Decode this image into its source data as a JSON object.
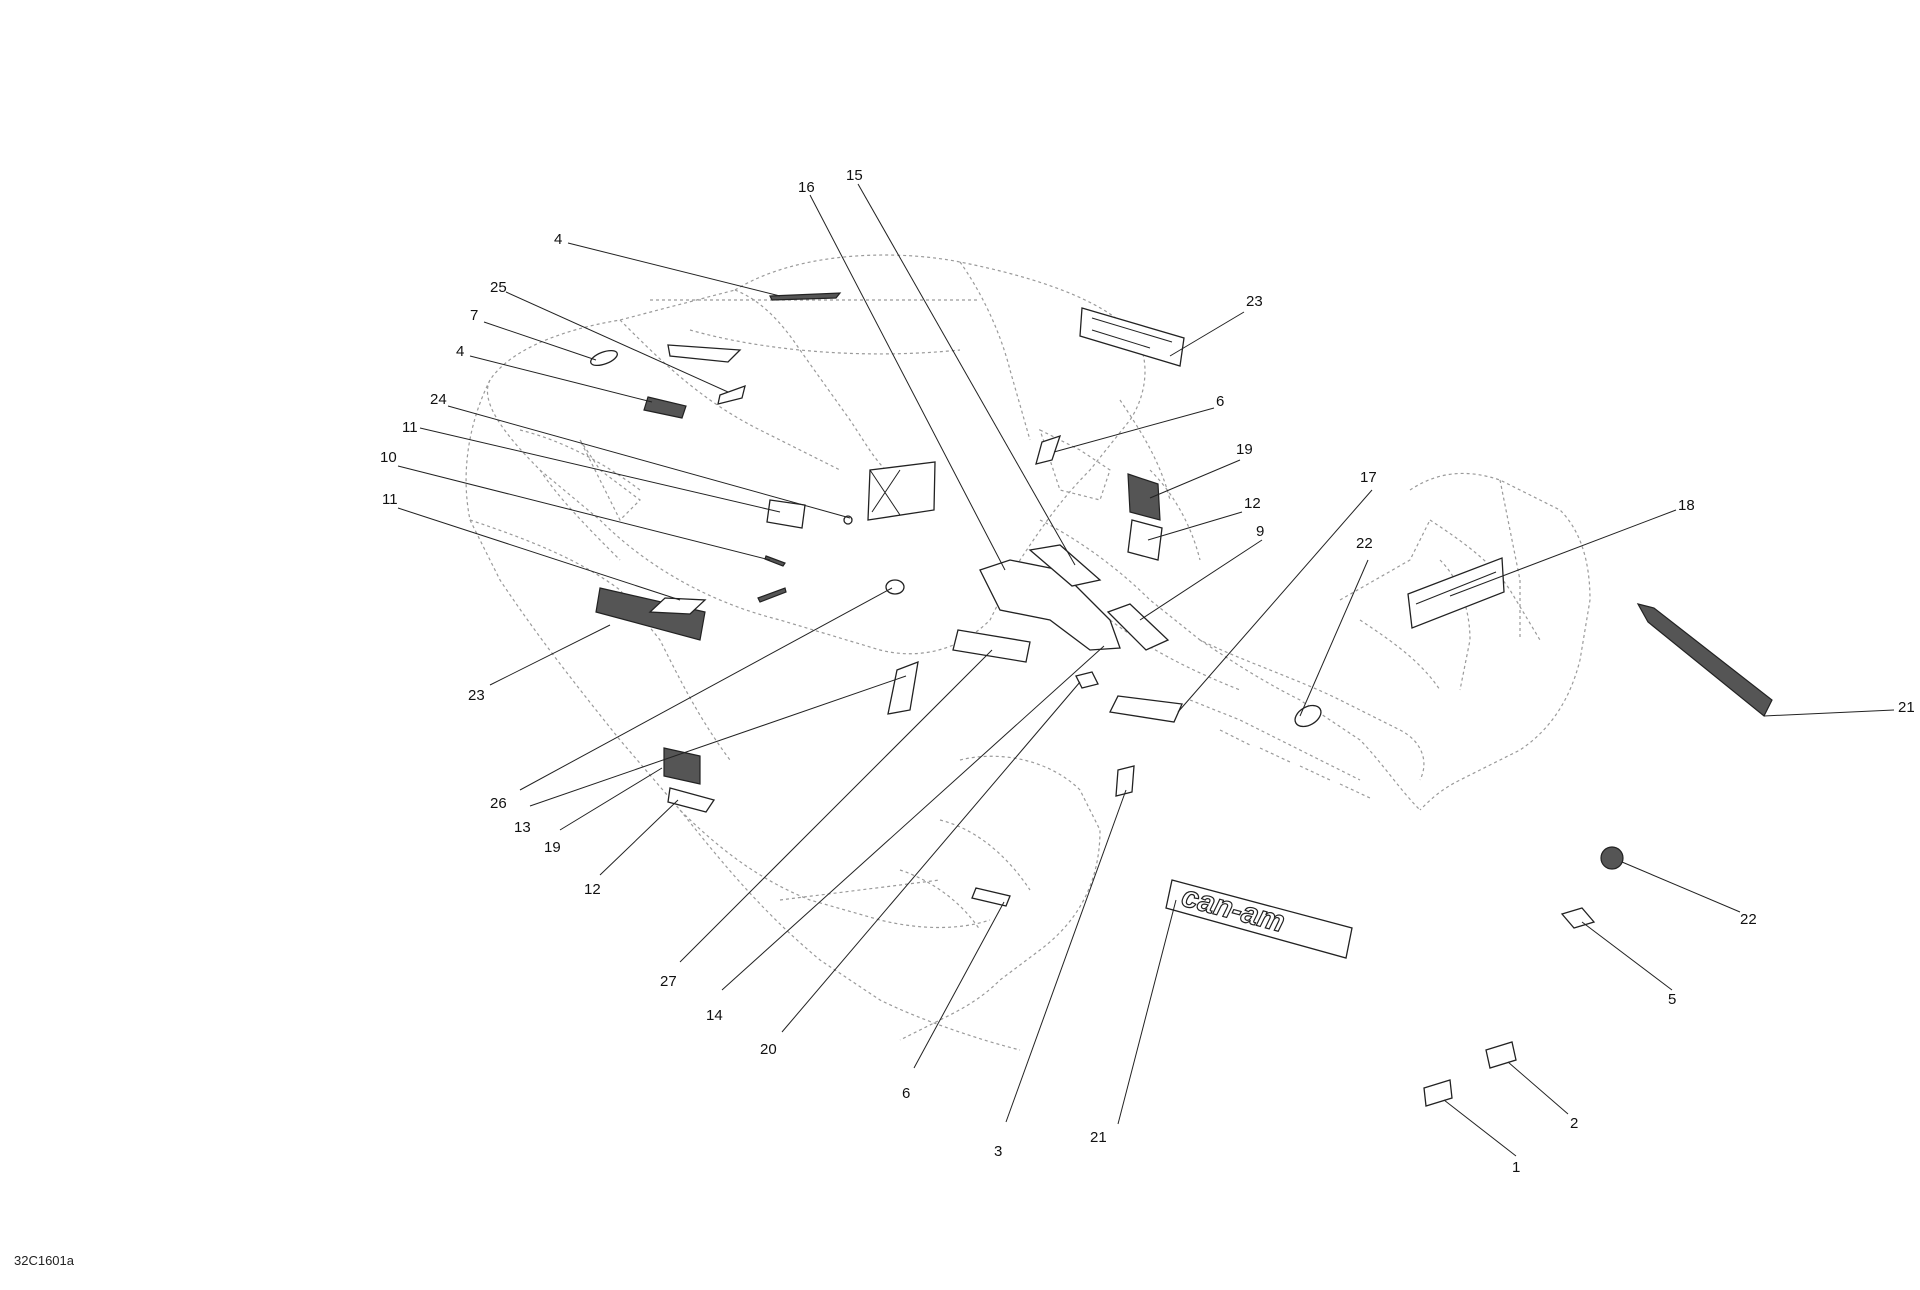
{
  "diagram": {
    "figure_code": "32C1601a",
    "logo_text": "can-am",
    "callouts": [
      {
        "id": "c16",
        "label": "16"
      },
      {
        "id": "c15",
        "label": "15"
      },
      {
        "id": "c4a",
        "label": "4"
      },
      {
        "id": "c25",
        "label": "25"
      },
      {
        "id": "c7",
        "label": "7"
      },
      {
        "id": "c4b",
        "label": "4"
      },
      {
        "id": "c24",
        "label": "24"
      },
      {
        "id": "c11a",
        "label": "11"
      },
      {
        "id": "c10",
        "label": "10"
      },
      {
        "id": "c11b",
        "label": "11"
      },
      {
        "id": "c23a",
        "label": "23"
      },
      {
        "id": "c23b",
        "label": "23"
      },
      {
        "id": "c6a",
        "label": "6"
      },
      {
        "id": "c19a",
        "label": "19"
      },
      {
        "id": "c12a",
        "label": "12"
      },
      {
        "id": "c9",
        "label": "9"
      },
      {
        "id": "c17",
        "label": "17"
      },
      {
        "id": "c18",
        "label": "18"
      },
      {
        "id": "c22a",
        "label": "22"
      },
      {
        "id": "c21a",
        "label": "21"
      },
      {
        "id": "c26",
        "label": "26"
      },
      {
        "id": "c13",
        "label": "13"
      },
      {
        "id": "c19b",
        "label": "19"
      },
      {
        "id": "c12b",
        "label": "12"
      },
      {
        "id": "c27",
        "label": "27"
      },
      {
        "id": "c14",
        "label": "14"
      },
      {
        "id": "c20",
        "label": "20"
      },
      {
        "id": "c6b",
        "label": "6"
      },
      {
        "id": "c3",
        "label": "3"
      },
      {
        "id": "c21b",
        "label": "21"
      },
      {
        "id": "c22b",
        "label": "22"
      },
      {
        "id": "c5",
        "label": "5"
      },
      {
        "id": "c2",
        "label": "2"
      },
      {
        "id": "c1",
        "label": "1"
      }
    ]
  }
}
